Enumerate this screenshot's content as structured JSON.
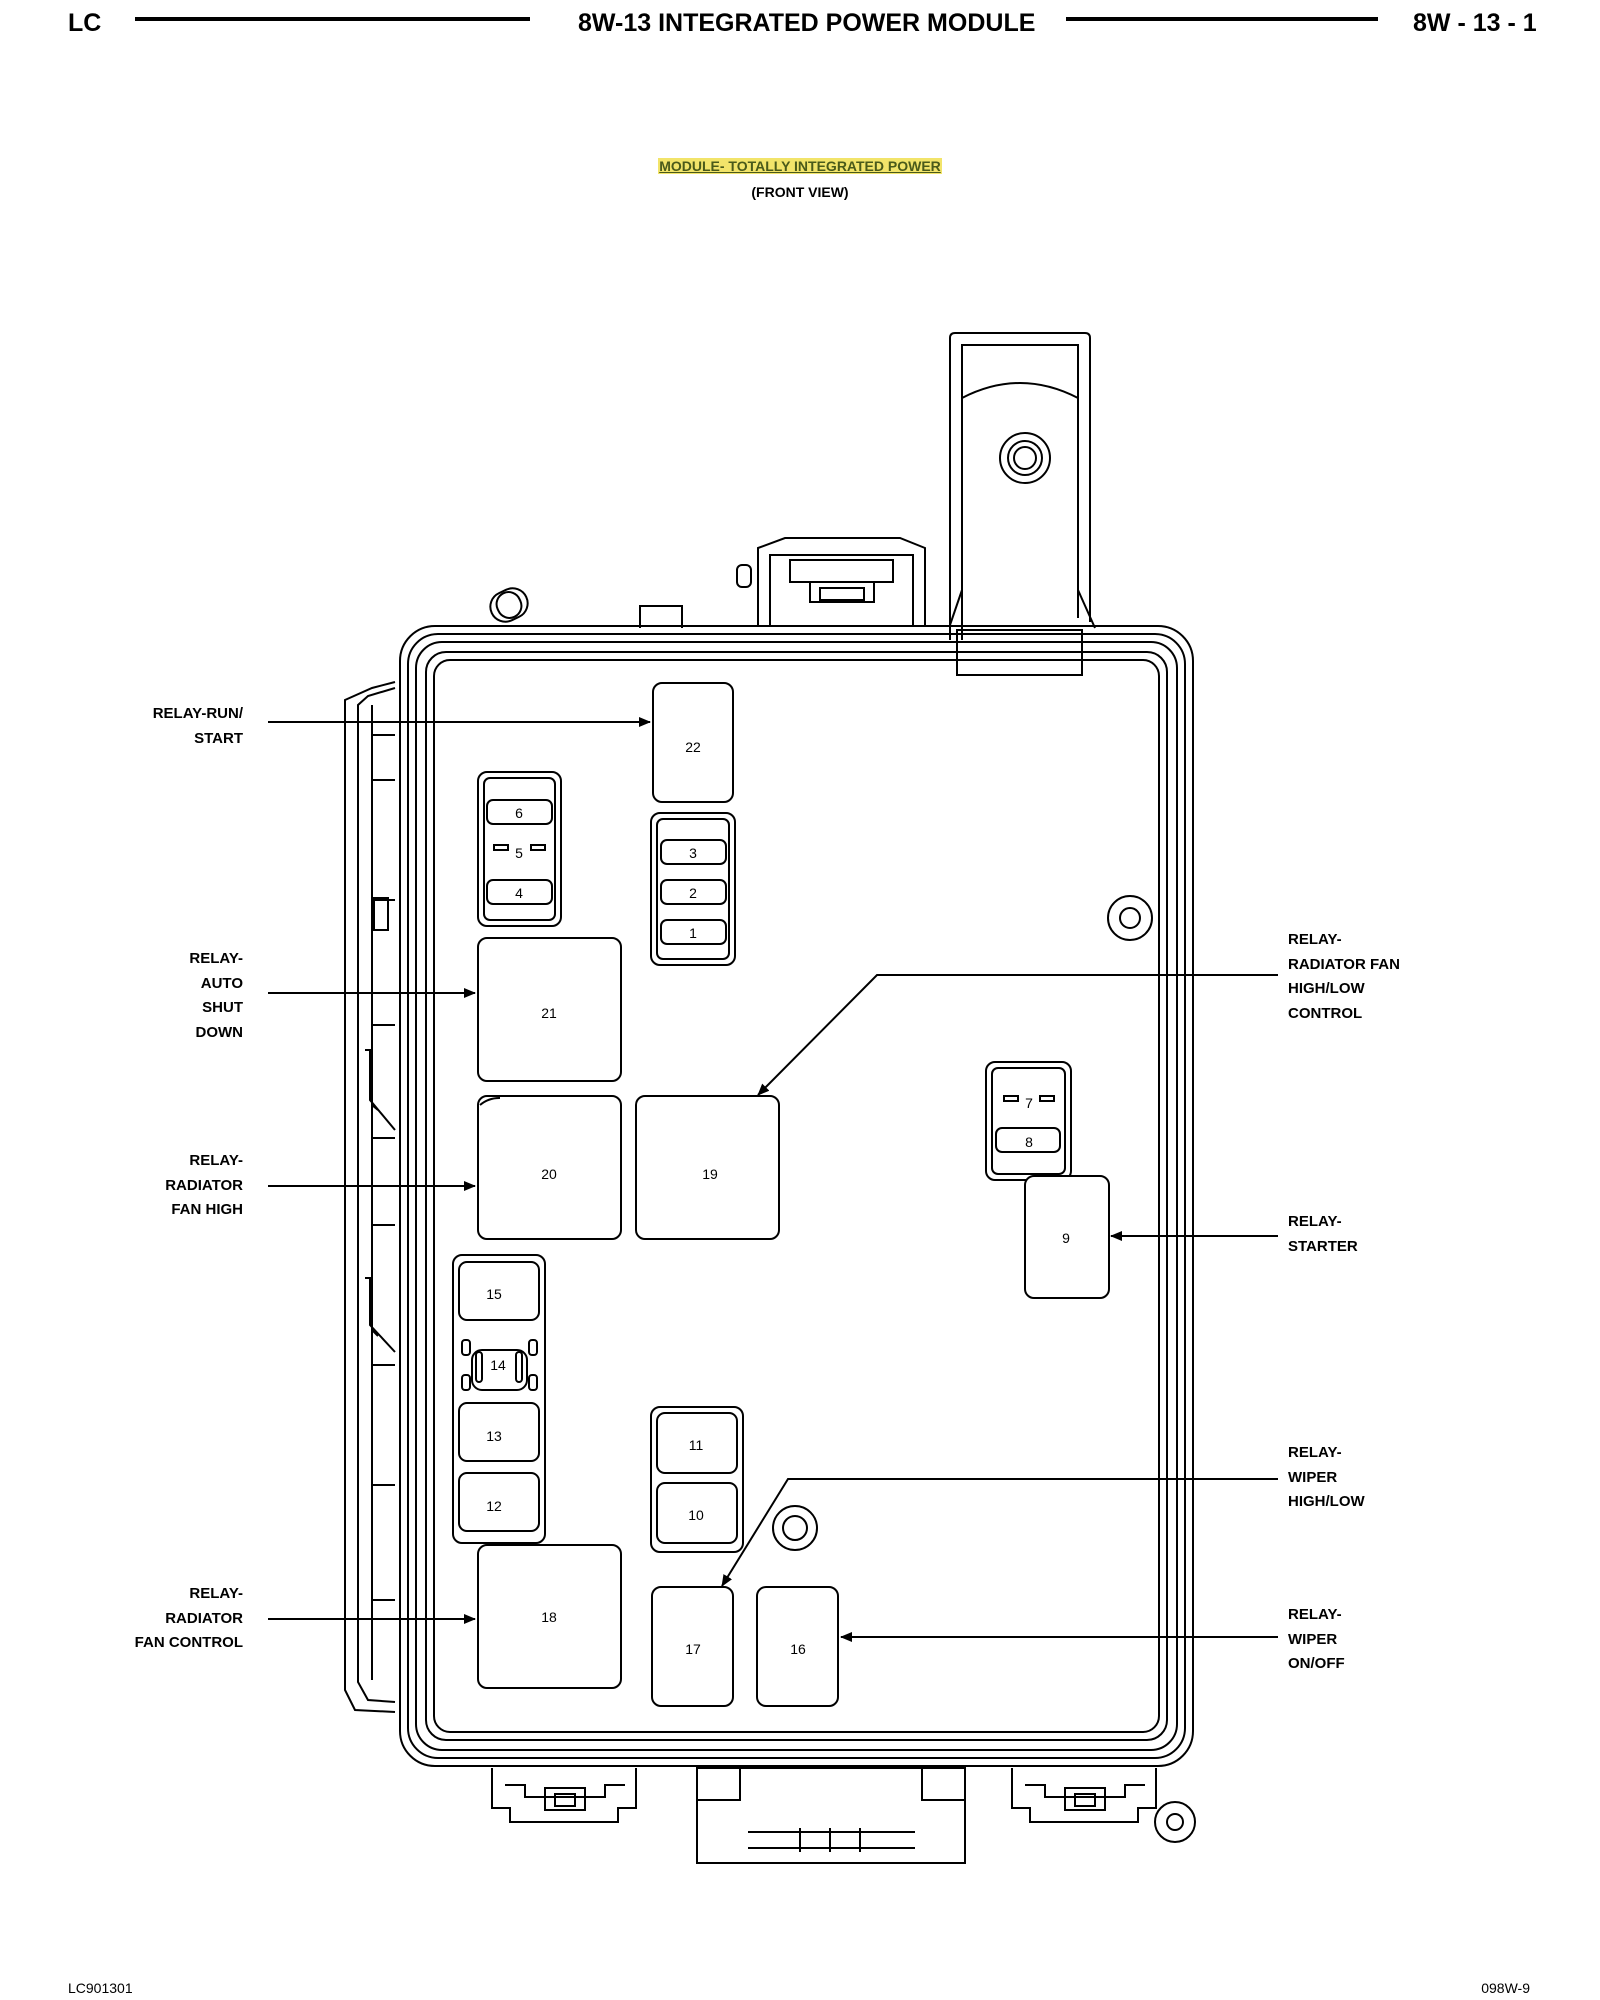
{
  "header": {
    "left": "LC",
    "title": "8W-13 INTEGRATED POWER MODULE",
    "right": "8W - 13 - 1"
  },
  "diagram": {
    "title": "MODULE- TOTALLY INTEGRATED POWER",
    "subtitle": "(FRONT VIEW)"
  },
  "callouts": {
    "relay_run_start": [
      "RELAY-RUN/",
      "START"
    ],
    "relay_auto_shut_down": [
      "RELAY-",
      "AUTO",
      "SHUT",
      "DOWN"
    ],
    "relay_radiator_fan_high": [
      "RELAY-",
      "RADIATOR",
      "FAN HIGH"
    ],
    "relay_radiator_fan_control": [
      "RELAY-",
      "RADIATOR",
      "FAN CONTROL"
    ],
    "relay_radiator_fan_high_low_control": [
      "RELAY-",
      "RADIATOR FAN",
      "HIGH/LOW",
      "CONTROL"
    ],
    "relay_starter": [
      "RELAY-",
      "STARTER"
    ],
    "relay_wiper_high_low": [
      "RELAY-",
      "WIPER",
      "HIGH/LOW"
    ],
    "relay_wiper_on_off": [
      "RELAY-",
      "WIPER",
      "ON/OFF"
    ]
  },
  "cells": {
    "c1": "1",
    "c2": "2",
    "c3": "3",
    "c4": "4",
    "c5": "5",
    "c6": "6",
    "c7": "7",
    "c8": "8",
    "c9": "9",
    "c10": "10",
    "c11": "11",
    "c12": "12",
    "c13": "13",
    "c14": "14",
    "c15": "15",
    "c16": "16",
    "c17": "17",
    "c18": "18",
    "c19": "19",
    "c20": "20",
    "c21": "21",
    "c22": "22"
  },
  "footer": {
    "left": "LC901301",
    "right": "098W-9"
  }
}
